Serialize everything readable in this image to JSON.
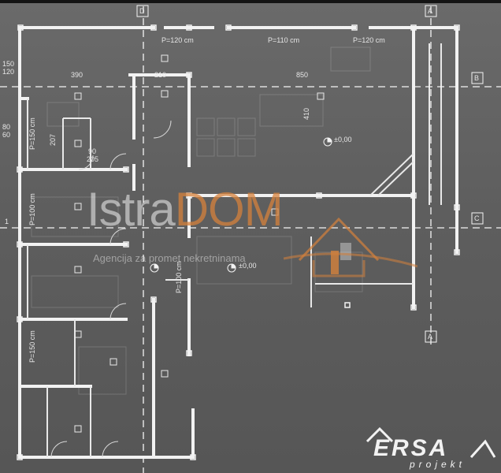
{
  "watermark": {
    "brand_part1": "Istra",
    "brand_part2": "DOM",
    "tagline": "Agencija za promet nekretninama"
  },
  "logo": {
    "name": "ERSA",
    "subtitle": "projekt"
  },
  "plan": {
    "axes": [
      "D",
      "B",
      "C",
      "A",
      "1"
    ],
    "elevation_marks": [
      "±0,00",
      "±0,00"
    ],
    "dimensions": [
      "390",
      "850",
      "410",
      "210",
      "150",
      "120",
      "80",
      "60",
      "207",
      "205",
      "90"
    ],
    "openings": [
      "P=120 cm",
      "P=110 cm",
      "P=150 cm",
      "P=100 cm"
    ]
  },
  "colors": {
    "background": "#5e5e5e",
    "lines": "#f0f0f0",
    "brand_accent": "#d6823c"
  }
}
